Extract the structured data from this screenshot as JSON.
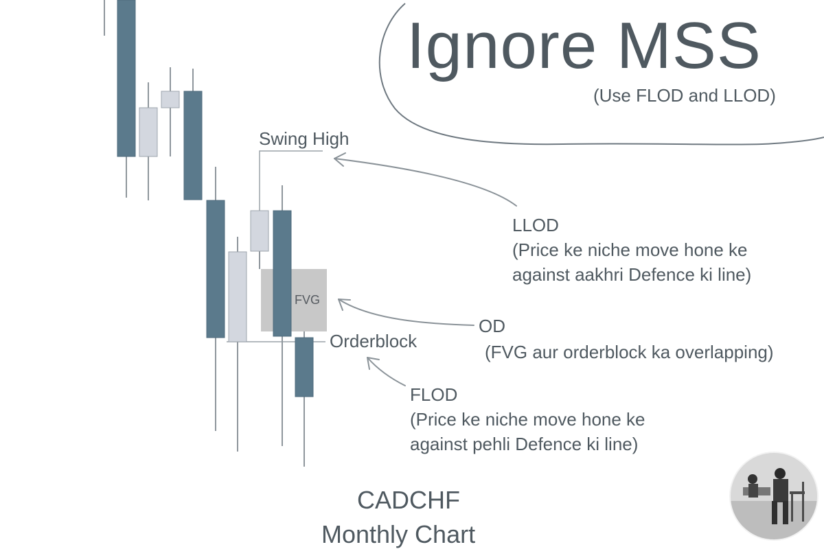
{
  "header": {
    "title": "Ignore MSS",
    "subtitle": "(Use FLOD and LLOD)"
  },
  "chart_data": {
    "type": "candlestick",
    "candles": [
      {
        "direction": "down"
      },
      {
        "direction": "up"
      },
      {
        "direction": "up"
      },
      {
        "direction": "down"
      },
      {
        "direction": "down"
      },
      {
        "direction": "up"
      },
      {
        "direction": "up"
      },
      {
        "direction": "down"
      },
      {
        "direction": "down"
      }
    ],
    "colors": {
      "bearish": "#5b7a8c",
      "bullish": "#d3d7df",
      "fvg_zone": "#c8c8c8",
      "annotation": "#4f5960"
    },
    "zone_label": "FVG",
    "labels": {
      "swing_high": "Swing High",
      "orderblock": "Orderblock"
    }
  },
  "annotations": {
    "llod": {
      "title": "LLOD",
      "line1": "(Price ke niche move hone ke",
      "line2": "against aakhri Defence ki line)"
    },
    "od": {
      "title": "OD",
      "line1": "(FVG aur orderblock ka overlapping)"
    },
    "flod": {
      "title": "FLOD",
      "line1": "(Price ke niche move hone ke",
      "line2": "against pehli Defence ki line)"
    }
  },
  "footer": {
    "pair": "CADCHF",
    "timeframe": "Monthly Chart"
  },
  "photo": {
    "icon": "vintage-photo-avatar"
  }
}
